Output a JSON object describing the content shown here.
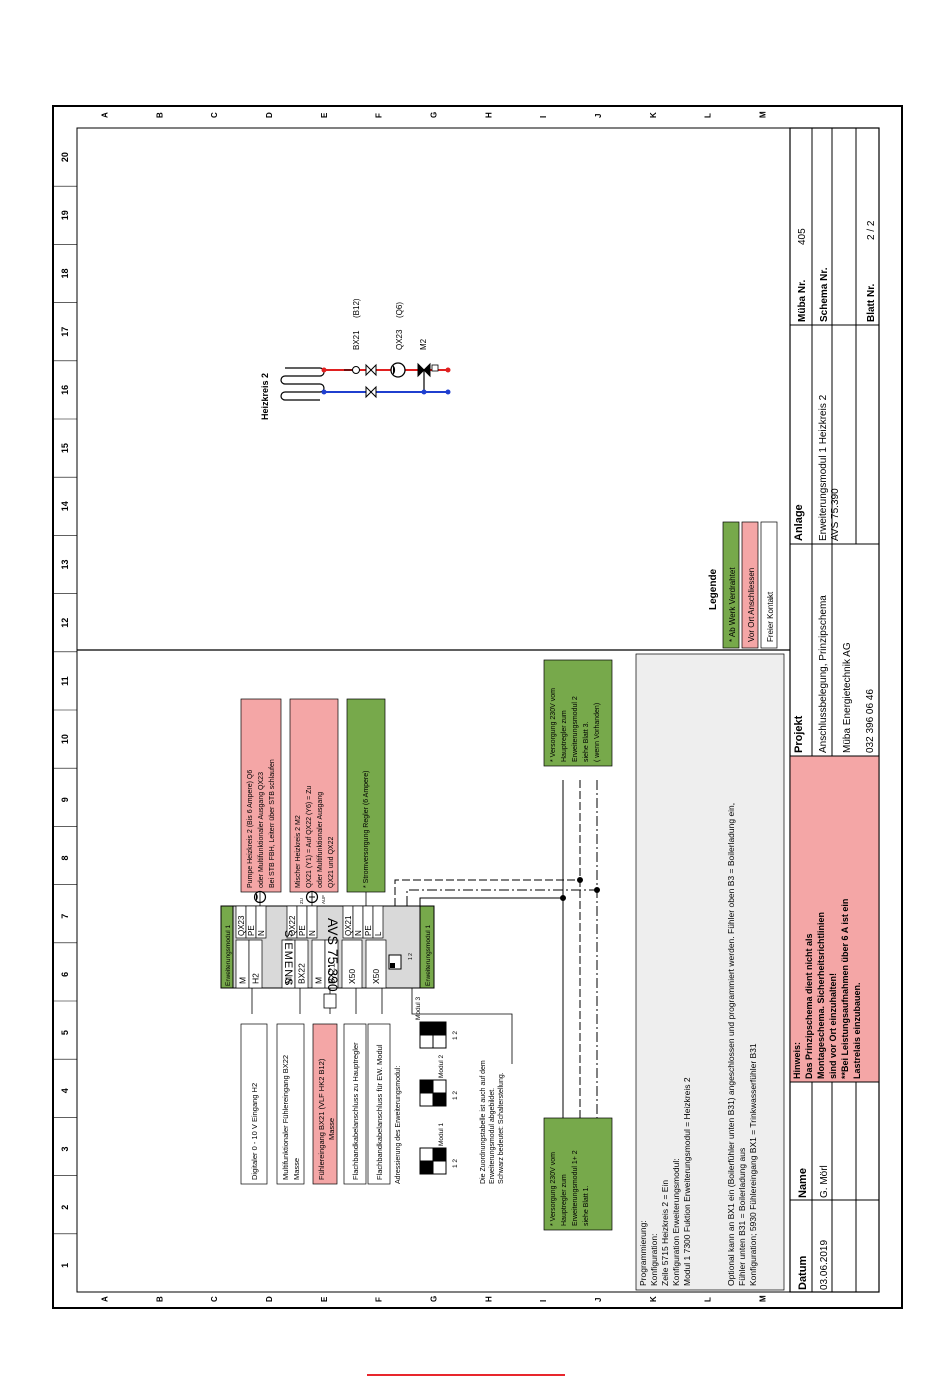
{
  "frame": {
    "columns": [
      "1",
      "2",
      "3",
      "4",
      "5",
      "6",
      "7",
      "8",
      "9",
      "10",
      "11",
      "12",
      "13",
      "14",
      "15",
      "16",
      "17",
      "18",
      "19",
      "20"
    ],
    "rows": [
      "A",
      "B",
      "C",
      "D",
      "E",
      "F",
      "G",
      "H",
      "I",
      "J",
      "K",
      "L",
      "M"
    ]
  },
  "title_block": {
    "datum_label": "Datum",
    "datum_value": "03.06.2019",
    "name_label": "Name",
    "name_value": "G. Mörl",
    "hinweis": [
      "Hinweis:",
      "Das Prinzipschema dient nicht als",
      "Montageschema. Sicherheitsrichtlinien",
      "sind vor Ort einzuhalten!",
      "**Bei Leistungsaufnahmen über 6 A ist ein",
      "Lastrelais einzubauen."
    ],
    "projekt_label": "Projekt",
    "projekt_lines": [
      "Anschlussbelegung, Prinzipschema",
      "Müba Energietechnik AG",
      "032 396 06 46"
    ],
    "anlage_label": "Anlage",
    "anlage_lines": [
      "Erweiterungsmodul 1 Heizkreis 2",
      "AVS 75.390"
    ],
    "muba_nr_label": "Müba Nr.",
    "muba_nr_value": "405",
    "schema_nr_label": "Schema Nr.",
    "blatt_nr_label": "Blatt Nr.",
    "blatt_nr_value": "2 / 2"
  },
  "legend": {
    "title": "Legende",
    "items": [
      "* Ab Werk Verdrahtet",
      "Vor Ort Anschliessen",
      "Freier Kontakt"
    ]
  },
  "heizkreis": {
    "title": "Heizkreis 2",
    "bx21": "BX21",
    "b12": "(B12)",
    "qx23": "QX23",
    "q6": "(Q6)",
    "m2": "M2"
  },
  "module": {
    "top_label": "Erweiterungsmodul 1",
    "bottom_label": "Erweiterungsmodul 1",
    "brand": "SIEMENS",
    "model": "AVS 75.390",
    "top_terms": [
      "M",
      "H2",
      "M",
      "BX22",
      "M",
      "BX21",
      "X50",
      "X50"
    ],
    "bottom_terms": [
      "QX23",
      "PE",
      "N",
      "QX22",
      "PE",
      "N",
      "QX21",
      "N",
      "PE",
      "L"
    ],
    "dip_label": "1 2"
  },
  "left_labels": [
    "Digitaler 0 - 10 V Eingang H2",
    "Multifunktionaler Fühlereingang BX22",
    "Masse",
    "Fühlereingang BX21 (VLF HK2 B12)",
    "Masse",
    "Flachbandkabelanschluss zu Hauptregler",
    "Flachbandkabelanschluss für EW. Modul"
  ],
  "right_labels": {
    "pumpe": [
      "Pumpe Heizkreis 2 (Bis 6 Ampere) Q6",
      "oder Multifunktionaler Ausgang QX23",
      "Bei STB FBH, Leiterr über STB schlaufen"
    ],
    "mischer": [
      "Mischer Heizkreis 2  M2",
      "QX21 (Y1) = Auf  QX22 (Y6) = Zu",
      "oder Multifunktionaler Ausgang",
      "QX21 und QX22"
    ],
    "strom": "* Stromversorgung Regler (6 Ampere)",
    "zu": "ZU",
    "auf": "AUF"
  },
  "addressing": {
    "title": "Adressierung des Erweiterungsmodul:",
    "modules": [
      "Modul 1",
      "Modul 2",
      "Modul 3"
    ],
    "dip": "1 2",
    "note": [
      "Die Zuordnungstabelle ist auch auf dem",
      "Erweiterungsmodul abgebildet.",
      "Schwarz bedeutet: Schalterstellung."
    ]
  },
  "supply_left": [
    "* Versorgung 230V vom",
    "Hauptregler zum",
    "Erweiterungsmodul 1+ 2",
    "siehe Blatt 1."
  ],
  "supply_right": [
    "* Versorgung 230V vom",
    "Hauptregler zum",
    "Erweiterungsmodul 2",
    "siehe Blatt 3.",
    "( wenn Vorhanden)"
  ],
  "programming": [
    "Programmierung:",
    "Konfiguration:",
    "Zeile  5715 Heizkreis 2 = Ein",
    "Konfiguration Erweiterungsmodul:",
    "Modul 1 7300 Fuktion Erweiterungsmodul = Heizkreis 2",
    "",
    "Optional kann an BX1 ein (Boilerfühler unten B31) angeschlossen und programmiert werden. Fühler oben B3 = Boilerladung ein,",
    "Fühler unten B31 = Boilerladung aus",
    "Konfiguration; 5930 Fühlereingang BX1 = Trinkwasserfühler B31"
  ],
  "colors": {
    "pink": "#f4a6a6",
    "green": "#77a94b",
    "red_pipe": "#e02020",
    "blue_pipe": "#1f3fcf",
    "gray_panel": "#eeeeee",
    "module_gray": "#d9d9d9"
  }
}
